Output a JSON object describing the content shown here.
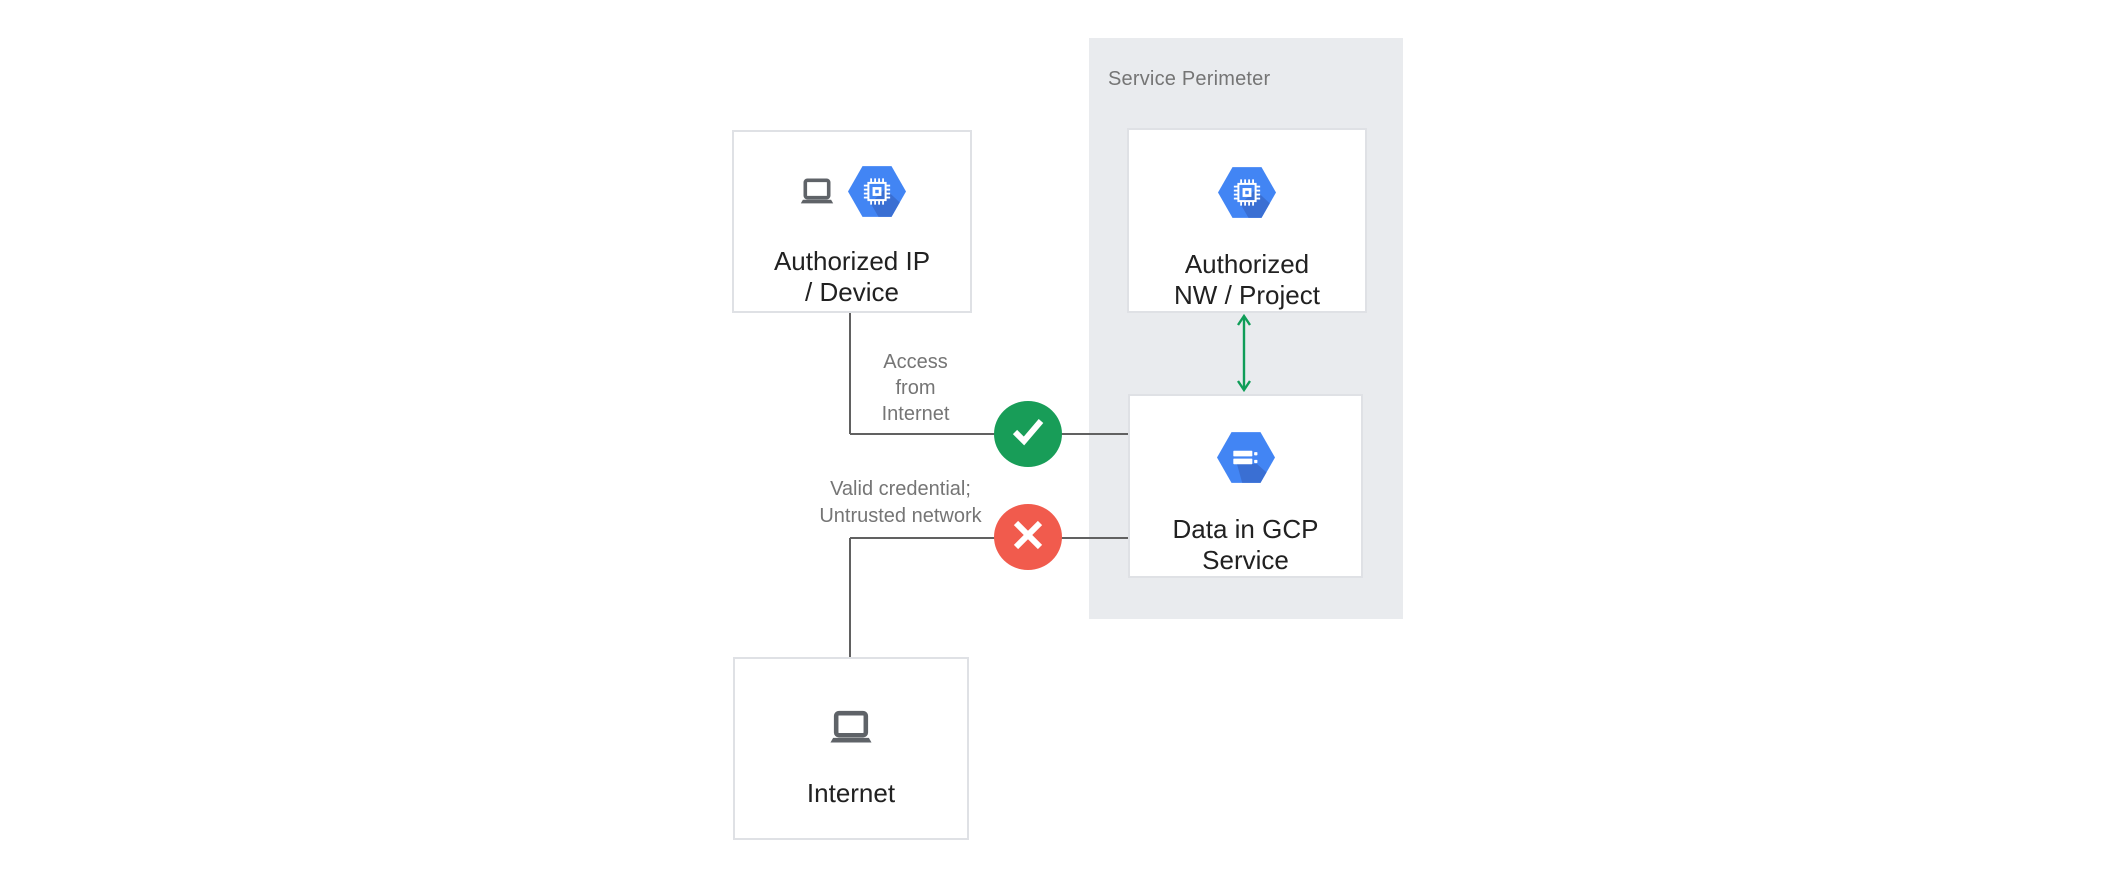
{
  "perimeter": {
    "label": "Service Perimeter"
  },
  "nodes": [
    {
      "id": "authorized-ip-device",
      "line1": "Authorized IP",
      "line2": "/ Device",
      "icons": [
        "laptop-icon",
        "compute-engine-hexagon-icon"
      ]
    },
    {
      "id": "authorized-nw-project",
      "line1": "Authorized",
      "line2": "NW / Project",
      "icons": [
        "compute-engine-hexagon-icon"
      ]
    },
    {
      "id": "data-in-gcp-service",
      "line1": "Data in GCP",
      "line2": "Service",
      "icons": [
        "cloud-storage-hexagon-icon"
      ]
    },
    {
      "id": "internet",
      "line1": "Internet",
      "icons": [
        "laptop-icon"
      ]
    }
  ],
  "edges": [
    {
      "id": "access-from-internet",
      "status": "allowed",
      "badge": "check-icon",
      "line1": "Access",
      "line2": "from",
      "line3": "Internet"
    },
    {
      "id": "untrusted-network",
      "status": "denied",
      "badge": "cross-icon",
      "line1": "Valid credential;",
      "line2": "Untrusted network"
    },
    {
      "id": "nw-project-to-data",
      "status": "bidirectional",
      "badge": "bidirectional-arrow-icon"
    }
  ],
  "colors": {
    "background": "#ffffff",
    "perimeter_bg": "#e9ebee",
    "node_bg": "#ffffff",
    "node_border": "#dfe1e5",
    "hexagon_blue": "#4285f4",
    "hexagon_shadow": "#3a6fd3",
    "glyph_white": "#ffffff",
    "laptop_gray": "#5f6368",
    "allowed_green": "#189d58",
    "denied_red": "#f15b4d",
    "arrow_green": "#0f9d58",
    "connector_gray": "#616161",
    "annotation_gray": "#757575",
    "node_text": "#212121"
  }
}
